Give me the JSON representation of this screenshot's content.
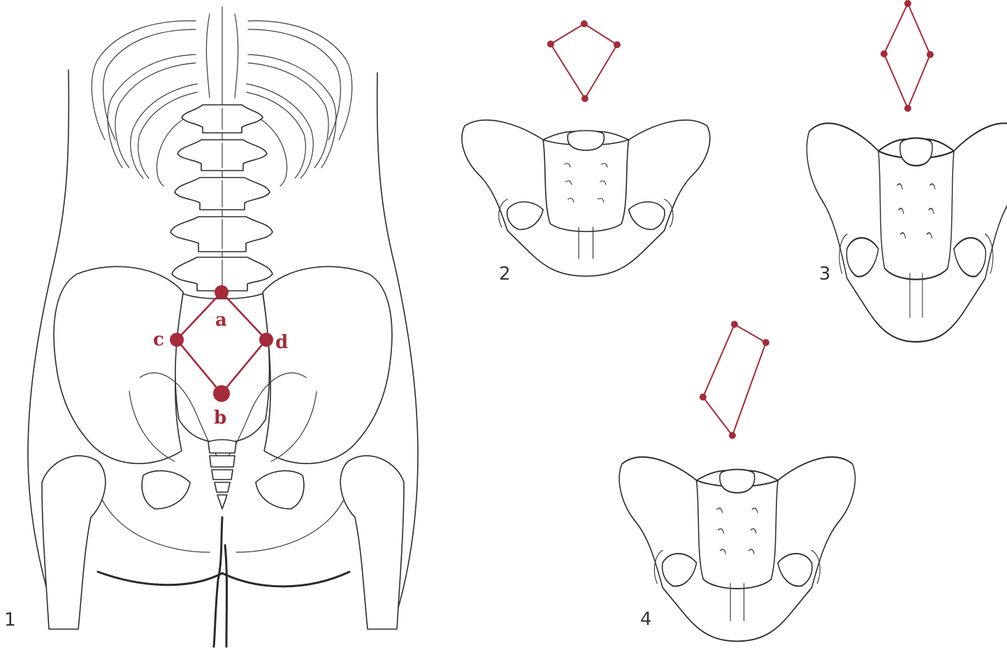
{
  "colors": {
    "accent": "#a52a3a",
    "line": "#2b2b2b",
    "background": "#ffffff"
  },
  "figures": [
    {
      "number": "1",
      "description_icon": "back-pelvis-rhombus-figure"
    },
    {
      "number": "2",
      "description_icon": "pelvis-kite-figure"
    },
    {
      "number": "3",
      "description_icon": "pelvis-narrow-rhombus-figure"
    },
    {
      "number": "4",
      "description_icon": "pelvis-skewed-figure"
    }
  ],
  "rhombus_points": {
    "a": "a",
    "b": "b",
    "c": "c",
    "d": "d"
  }
}
